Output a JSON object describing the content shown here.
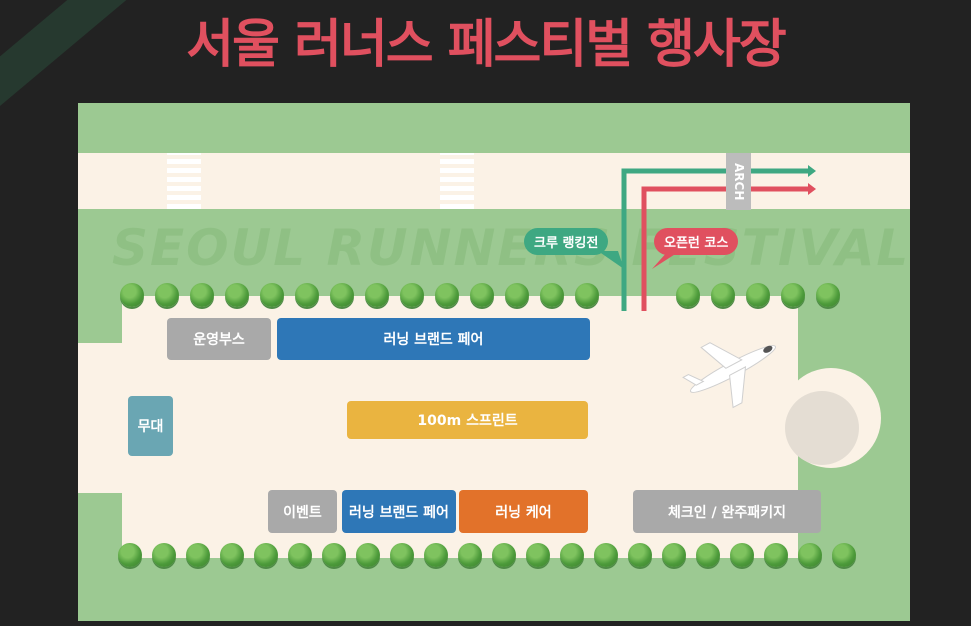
{
  "title": "서울 러너스 페스티벌 행사장",
  "watermark": "SEOUL RUNNERS FESTIVAL",
  "arch_label": "ARCH",
  "routes": [
    {
      "label": "크루 랭킹전",
      "color": "#3ea882"
    },
    {
      "label": "오픈런 코스",
      "color": "#e0505f"
    }
  ],
  "booths": {
    "operations": "운영부스",
    "running_brand_fair_top": "러닝 브랜드 페어",
    "stage": "무대",
    "sprint": "100m 스프린트",
    "event": "이벤트",
    "running_brand_fair_bottom": "러닝 브랜드 페어",
    "running_care": "러닝 케어",
    "checkin": "체크인 / 완주패키지"
  },
  "colors": {
    "title": "#e0505f",
    "grass": "#9cc992",
    "path": "#fbf2e6",
    "booth_gray": "#a9a9a9",
    "booth_blue": "#2e77b7",
    "booth_yellow": "#eab440",
    "booth_orange": "#e2722a",
    "booth_teal": "#6aa6b3"
  },
  "icons": [
    "airplane-icon",
    "tree-icon"
  ]
}
